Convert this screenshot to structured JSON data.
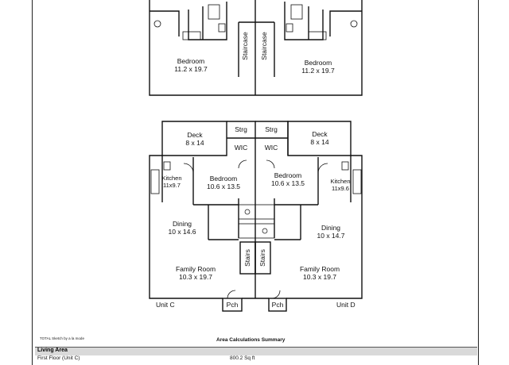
{
  "upper_plan": {
    "left_bedroom": {
      "name": "Bedroom",
      "size": "11.2 x 19.7"
    },
    "right_bedroom": {
      "name": "Bedroom",
      "size": "11.2 x 19.7"
    },
    "staircase_left": "Staircase",
    "staircase_right": "Staircase"
  },
  "lower_plan": {
    "left_deck": {
      "name": "Deck",
      "size": "8 x 14"
    },
    "right_deck": {
      "name": "Deck",
      "size": "8 x 14"
    },
    "strg_left": "Strg",
    "strg_right": "Strg",
    "wic_left": "WIC",
    "wic_right": "WIC",
    "left_kitchen": {
      "name": "Kitchen",
      "size": "11x9.7"
    },
    "right_kitchen": {
      "name": "Kitchen",
      "size": "11x9.6"
    },
    "left_bedroom": {
      "name": "Bedroom",
      "size": "10.6 x 13.5"
    },
    "right_bedroom": {
      "name": "Bedroom",
      "size": "10.6 x 13.5"
    },
    "left_dining": {
      "name": "Dining",
      "size": "10 x 14.6"
    },
    "right_dining": {
      "name": "Dining",
      "size": "10 x 14.7"
    },
    "left_family": {
      "name": "Family Room",
      "size": "10.3 x 19.7"
    },
    "right_family": {
      "name": "Family Room",
      "size": "10.3 x 19.7"
    },
    "stairs_left": "Stairs",
    "stairs_right": "Stairs",
    "porch_left": "Pch",
    "porch_right": "Pch",
    "unit_left": "Unit C",
    "unit_right": "Unit D"
  },
  "footer": {
    "software_note": "TOTAL Sketch by a la mode",
    "title": "Area Calculations Summary",
    "section_header": "Living Area",
    "rows": [
      {
        "label": "First Floor (Unit C)",
        "value": "800.2 Sq ft"
      }
    ]
  }
}
